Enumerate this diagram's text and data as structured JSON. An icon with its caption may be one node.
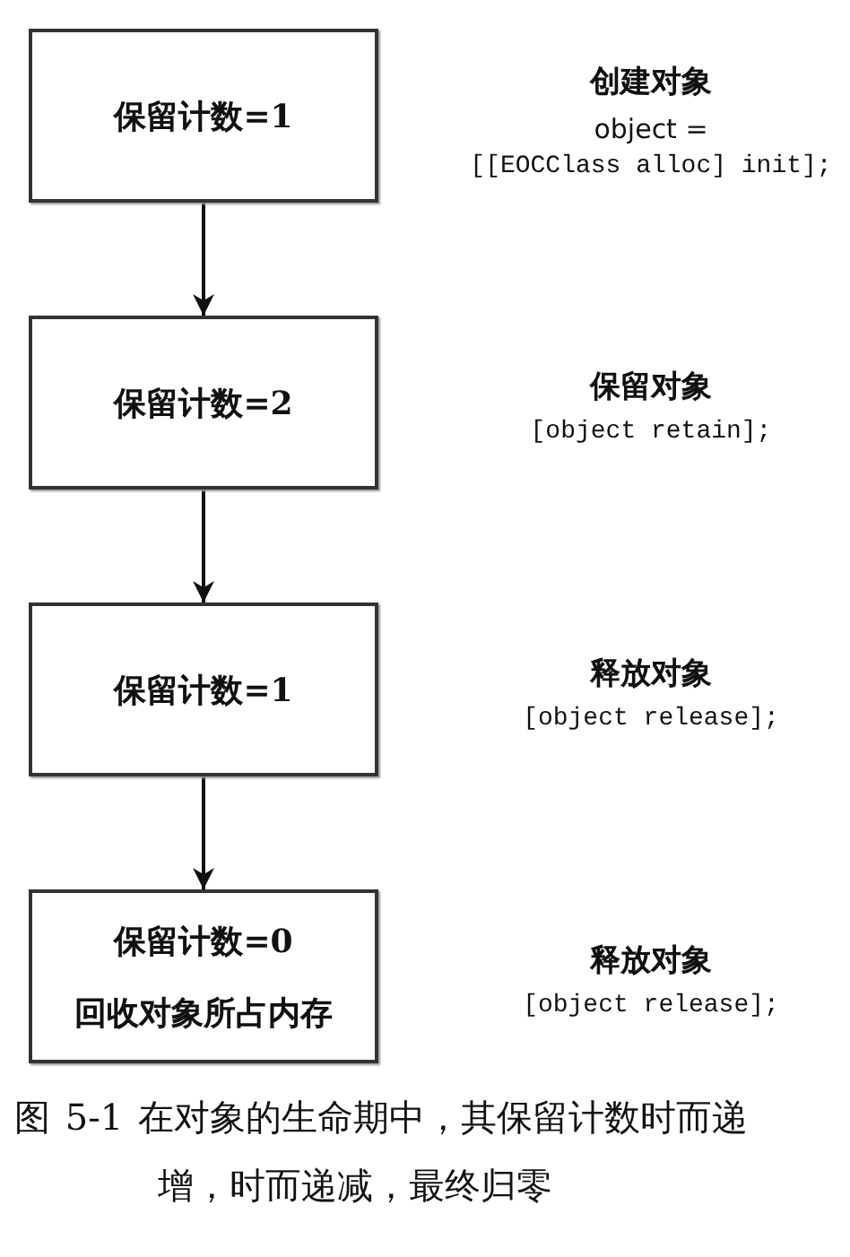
{
  "diagram": {
    "caption": "图 5-1 在对象的生命期中，其保留计数时而递增，时而递减，最终归零",
    "nodes": [
      {
        "text": [
          "保留计数=1"
        ],
        "beside": [
          "创建对象",
          "object =",
          "[[EOCClass alloc] init];"
        ]
      },
      {
        "text": [
          "保留计数=2"
        ],
        "beside": [
          "保留对象",
          "[object retain];"
        ]
      },
      {
        "text": [
          "保留计数=1"
        ],
        "beside": [
          "释放对象",
          "[object release];"
        ]
      },
      {
        "text": [
          "保留计数=0",
          "回收对象所占内存"
        ],
        "beside": [
          "释放对象",
          "[object release];"
        ]
      }
    ],
    "edges": [
      {
        "from": 0,
        "to": 1,
        "arrow": "to"
      },
      {
        "from": 1,
        "to": 2,
        "arrow": "to"
      },
      {
        "from": 2,
        "to": 3,
        "arrow": "to"
      }
    ]
  }
}
